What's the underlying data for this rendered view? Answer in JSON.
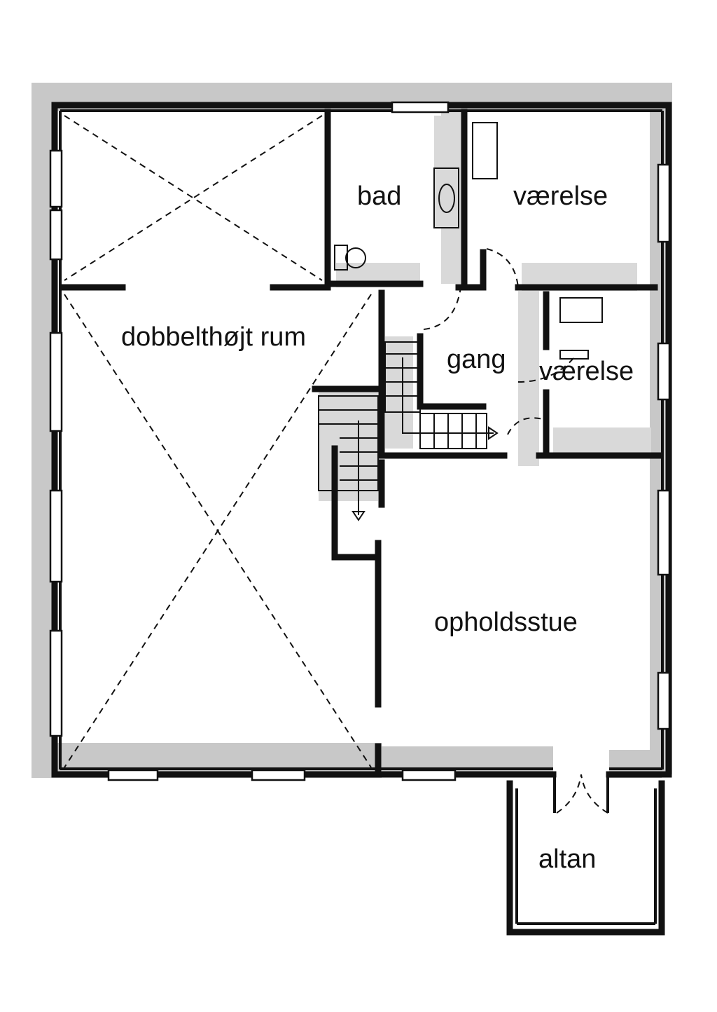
{
  "rooms": {
    "bad": "bad",
    "vaerelse_top": "værelse",
    "dobbelthojt": "dobbelthøjt rum",
    "gang": "gang",
    "vaerelse_mid": "værelse",
    "opholdsstue": "opholdsstue",
    "altan": "altan"
  },
  "colors": {
    "ink": "#111111",
    "shadow": "#c8c8c8",
    "paper": "#ffffff"
  }
}
